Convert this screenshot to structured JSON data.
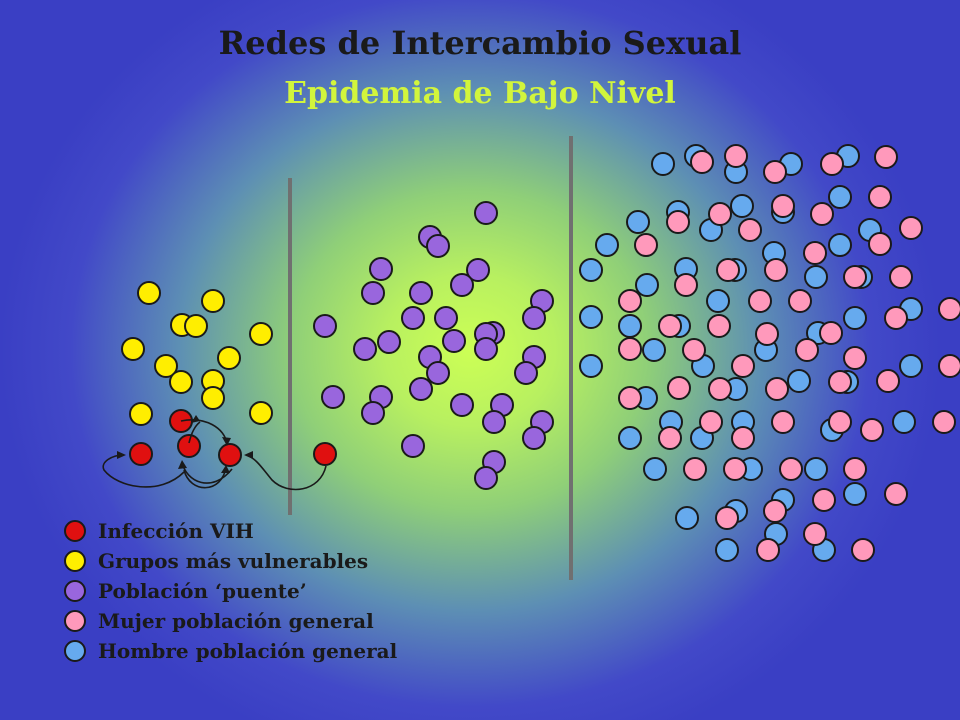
{
  "title": "Redes de Intercambio Sexual",
  "subtitle": "Epidemia de Bajo Nivel",
  "colors": {
    "infection": "#e01010",
    "vulnerable": "#ffee00",
    "bridge": "#9966dd",
    "women": "#ff99bb",
    "men": "#66aaee",
    "outline": "#1a1a1a",
    "divider": "#707070"
  },
  "legend": [
    {
      "key": "infection",
      "label": "Infección ",
      "label_highlight": "VIH"
    },
    {
      "key": "vulnerable",
      "label": "Grupos más vulnerables",
      "label_highlight": ""
    },
    {
      "key": "bridge",
      "label": "Población ‘puente’",
      "label_highlight": ""
    },
    {
      "key": "women",
      "label": "Mujer población general",
      "label_highlight": ""
    },
    {
      "key": "men",
      "label": "Hombre población general",
      "label_highlight": ""
    }
  ]
}
